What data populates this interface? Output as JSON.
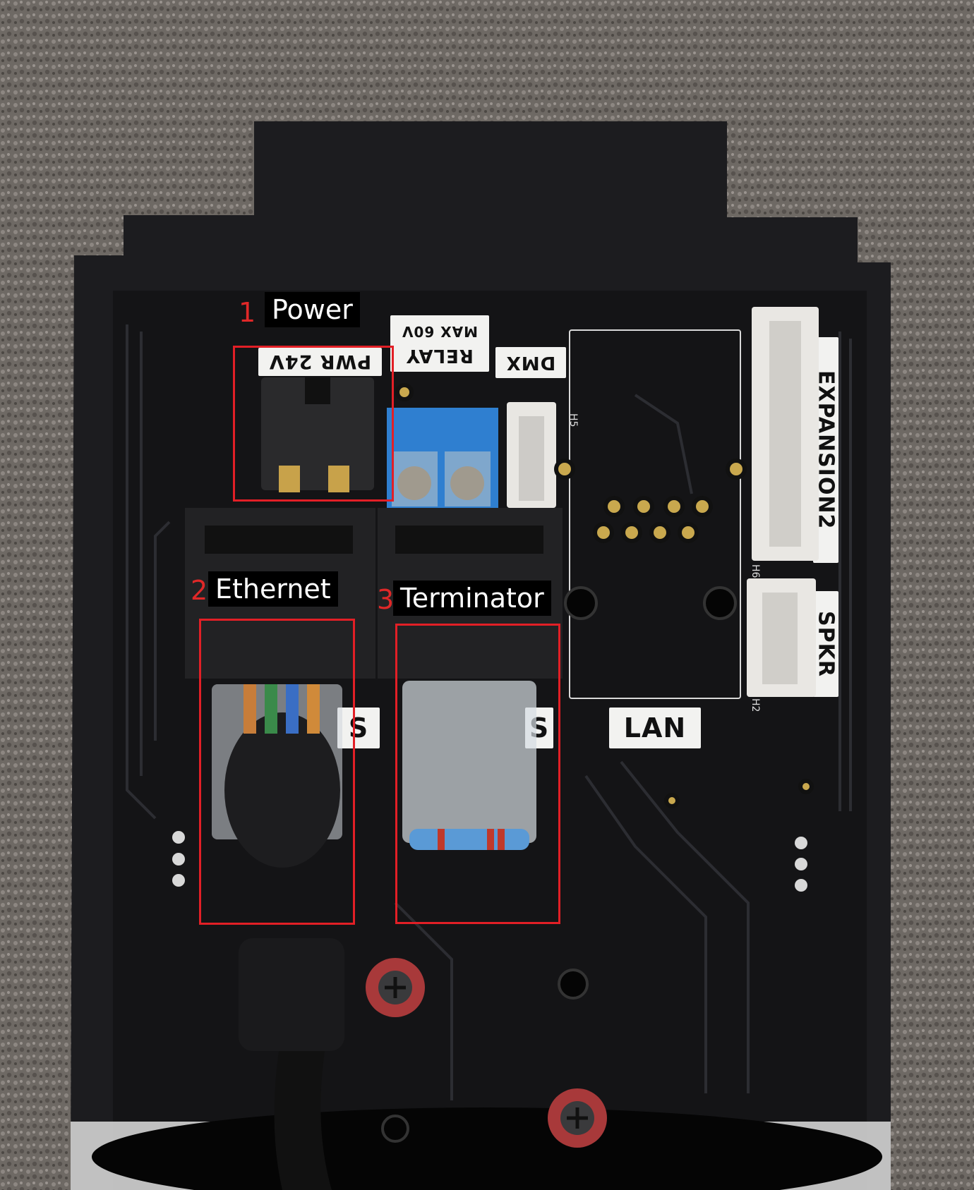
{
  "callouts": [
    {
      "number": "1",
      "label": "Power"
    },
    {
      "number": "2",
      "label": "Ethernet"
    },
    {
      "number": "3",
      "label": "Terminator"
    }
  ],
  "board_labels": {
    "pwr": "PWR 24V",
    "relay": "RELAY",
    "relay_max": "MAX 60V",
    "dmx": "DMX",
    "expansion": "EXPANSION2",
    "spkr": "SPKR",
    "lan": "LAN",
    "h5": "H5",
    "h6": "H6",
    "h2": "H2"
  },
  "colors": {
    "callout_outline": "#e21f26",
    "callout_number": "#e02828",
    "pcb": "#1a1a1c",
    "terminal_block": "#2f7fd0"
  }
}
